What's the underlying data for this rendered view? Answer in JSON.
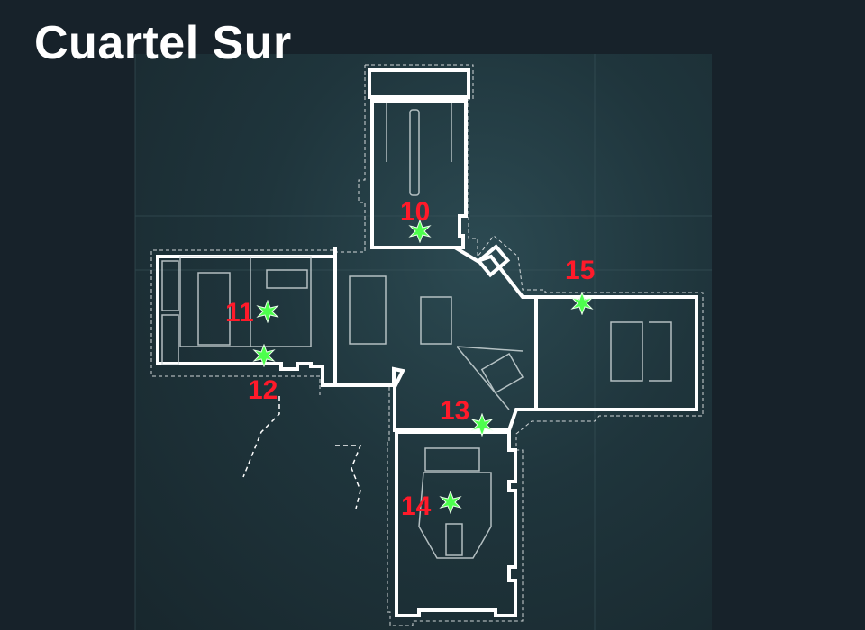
{
  "title": "Cuartel Sur",
  "markers": [
    {
      "label": "10"
    },
    {
      "label": "11"
    },
    {
      "label": "12"
    },
    {
      "label": "13"
    },
    {
      "label": "14"
    },
    {
      "label": "15"
    }
  ],
  "colors": {
    "label": "#ff1a2a",
    "marker": "#4dff4d",
    "wall": "#ffffff",
    "background": "#17222a"
  }
}
